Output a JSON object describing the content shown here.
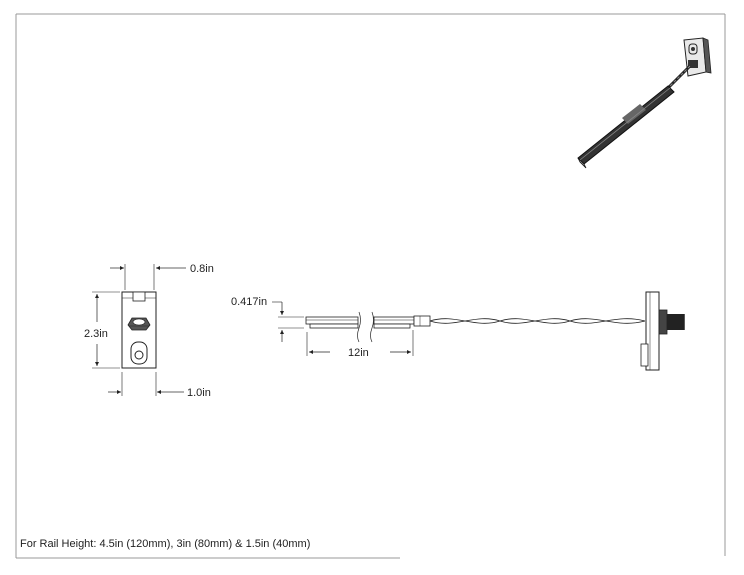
{
  "drawing": {
    "dimensions": {
      "width_top": "0.8in",
      "height_side": "2.3in",
      "width_bottom": "1.0in",
      "thickness": "0.417in",
      "length": "12in"
    },
    "footer_note": "For Rail Height: 4.5in (120mm), 3in (80mm) & 1.5in (40mm)"
  }
}
